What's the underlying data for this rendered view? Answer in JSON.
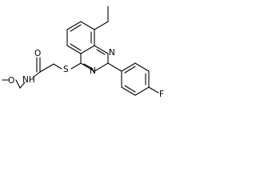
{
  "atoms": {
    "sulfur": "S",
    "n1": "N",
    "n3": "N",
    "fluorine": "F",
    "carbonyl_oxygen": "O",
    "amide_nitrogen": "NH",
    "ether_oxygen": "O"
  },
  "colors": {
    "bond": "#000000",
    "label": "#000000",
    "background": "#ffffff"
  }
}
